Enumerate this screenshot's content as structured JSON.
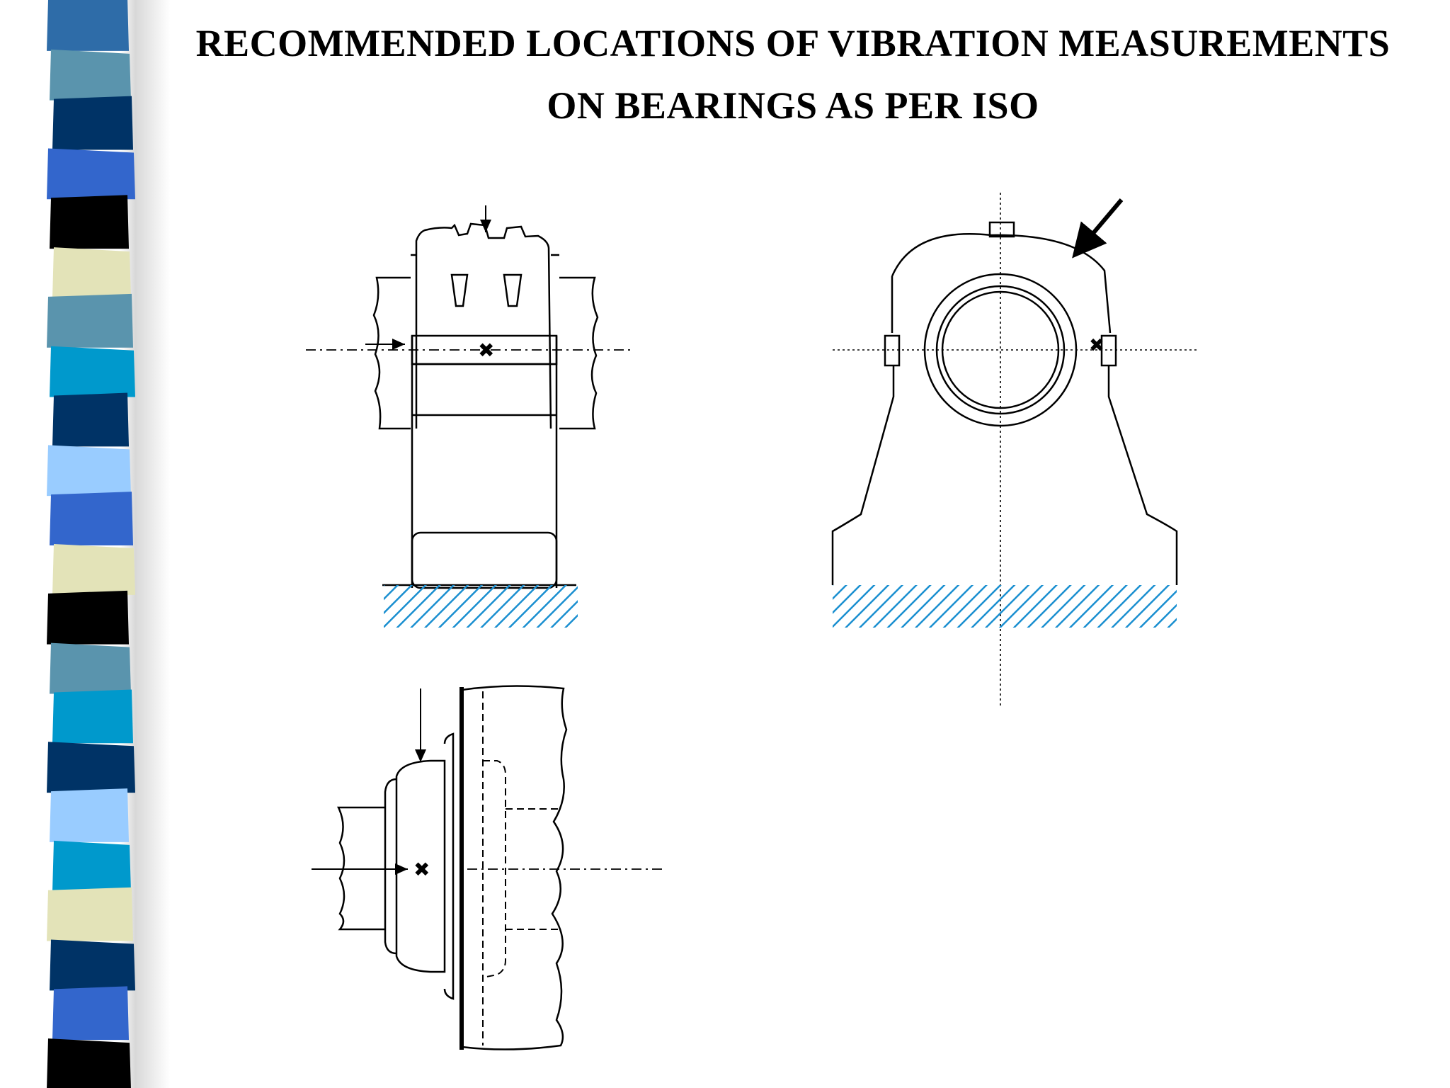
{
  "slide": {
    "title_line_1": "RECOMMENDED LOCATIONS OF VIBRATION MEASUREMENTS",
    "title_line_2": "ON BEARINGS AS PER ISO"
  },
  "side_strip": {
    "colors": [
      "#2e6ca8",
      "#5a94ad",
      "#003366",
      "#3366cc",
      "#000000",
      "#e3e3b8",
      "#5a94ad",
      "#0099cc",
      "#003366",
      "#99ccff",
      "#3366cc",
      "#e3e3b8",
      "#000000",
      "#5a94ad",
      "#0099cc",
      "#003366",
      "#99ccff",
      "#0099cc",
      "#e3e3b8",
      "#003366",
      "#3366cc",
      "#000000"
    ]
  },
  "colors": {
    "ground_hatch": "#1a8fd0",
    "line": "#000000"
  },
  "figures": [
    {
      "name": "pedestal-bearing-side-view",
      "measurement_points": 1,
      "arrows": 2
    },
    {
      "name": "pillow-block-bearing-front-view",
      "measurement_points": 1,
      "arrows": 1
    },
    {
      "name": "flange-bearing-side-view",
      "measurement_points": 1,
      "arrows": 2
    }
  ]
}
